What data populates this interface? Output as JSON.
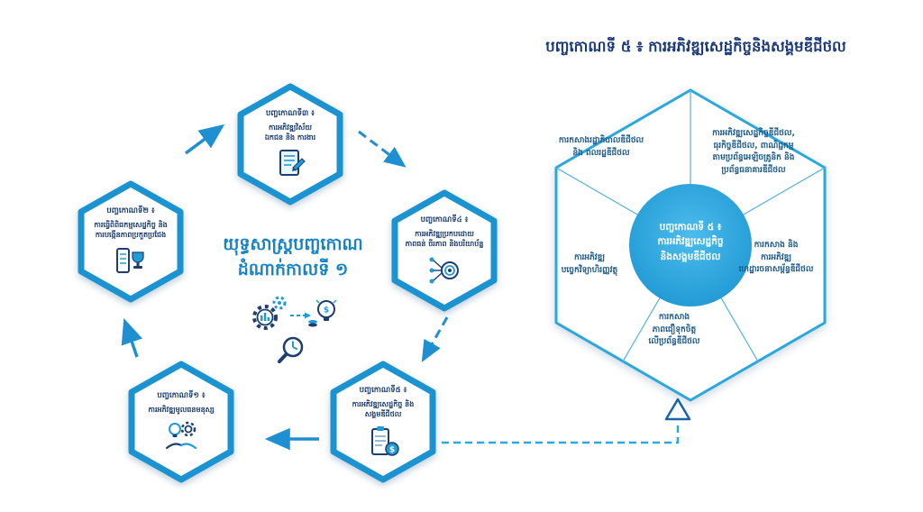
{
  "colors": {
    "hex_border": "#1a93d0",
    "navy_text": "#1c3e72",
    "center_title_blue": "#1484c8",
    "heading_navy": "#1b3a7a",
    "light_blue": "#2aa8dc",
    "circle_fill": "#2aa3dc",
    "sector_text": "#19588c"
  },
  "cycle": {
    "center_title": "យុទ្ធសាស្ត្របញ្ចកោណ\nដំណាក់កាលទី ១",
    "center_icons": [
      "gears-chart-icon",
      "arrow-right-icon",
      "bulb-coin-icon",
      "magnifier-clock-icon"
    ],
    "hexagons": [
      {
        "position": "top",
        "title": "បញ្ចកោណទី៣ ៖",
        "label": "ការអភិវឌ្ឍវិស័យ\nឯកជន និង ការងារ",
        "icon": "document-pen-icon"
      },
      {
        "position": "right",
        "title": "បញ្ចកោណទី៤ ៖",
        "label": "ការអភិវឌ្ឍប្រកបដោយ\nភាពធន់ ចីរភាព និងបរិយាប័ន្ន",
        "icon": "resilience-network-icon"
      },
      {
        "position": "bottom-right",
        "title": "បញ្ចកោណទី៥ ៖",
        "label": "ការអភិវឌ្ឍសេដ្ឋកិច្ច និង\nសង្គមឌីជីថល",
        "icon": "clipboard-coin-icon"
      },
      {
        "position": "bottom-left",
        "title": "បញ្ចកោណទី១ ៖",
        "label": "ការអភិវឌ្ឍមូលធនមនុស្ស",
        "icon": "bulb-gear-hands-icon"
      },
      {
        "position": "left",
        "title": "បញ្ចកោណទី២ ៖",
        "label": "ការធ្វើពិពិធកម្មសេដ្ឋកិច្ច និង\nការបង្កើនភាពប្រកួតប្រជែង",
        "icon": "trophy-checklist-icon"
      }
    ]
  },
  "right_panel": {
    "title": "បញ្ចកោណទី ៥ ៖ ការអភិវឌ្ឍសេដ្ឋកិច្ចនិងសង្គមឌីជីថល",
    "center_label": "បញ្ចកោណទី ៥ ៖\nការអភិវឌ្ឍសេដ្ឋកិច្ច\nនិងសង្គមឌីជីថល",
    "sectors": [
      {
        "id": "digital-government",
        "label": "ការកសាងរដ្ឋាភិបាលឌីជីថល\nនិង ពលរដ្ឋឌីជីថល"
      },
      {
        "id": "digital-economy",
        "label": "ការអភិវឌ្ឍសេដ្ឋកិច្ចឌីជីថល,\nធុរកិច្ចឌីជីថល, ពាណិជ្ជកម្ម\nតាមប្រព័ន្ធអេឡិចត្រូនិក និង\nប្រព័ន្ធធនាគារឌីជីថល"
      },
      {
        "id": "digital-infrastructure",
        "label": "ការកសាង និង\nការអភិវឌ្ឍ\nហេដ្ឋារចនាសម្ព័ន្ធឌីជីថល"
      },
      {
        "id": "digital-trust",
        "label": "ការកសាង\nភាពជឿទុកចិត្ត\nលើប្រព័ន្ធឌីជីថល"
      },
      {
        "id": "fintech",
        "label": "ការអភិវឌ្ឍ\nបច្ចេកវិទ្យាហិរញ្ញវត្ថុ"
      }
    ]
  }
}
